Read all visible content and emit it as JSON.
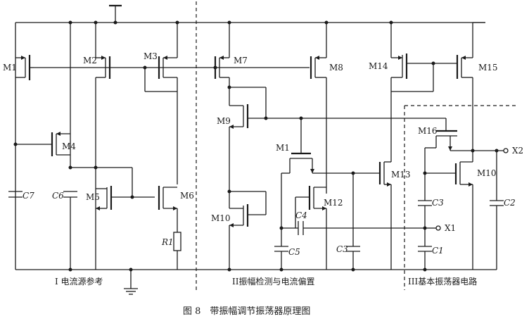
{
  "diagram": {
    "transistors": {
      "m1": "M1",
      "m2": "M2",
      "m3": "M3",
      "m4": "M4",
      "m5": "M5",
      "m6": "M6",
      "m7": "M7",
      "m8": "M8",
      "m9": "M9",
      "m10": "M10",
      "m11": "M1",
      "m12": "M12",
      "m13": "M13",
      "m14": "M14",
      "m15": "M15",
      "m16": "M16",
      "m10b": "M10"
    },
    "components": {
      "r1": "R1",
      "c1": "C1",
      "c2": "C2",
      "c3": "C3",
      "c3b": "C3",
      "c4": "C4",
      "c5": "C5",
      "c6": "C6",
      "c7": "C7"
    },
    "terminals": {
      "x1": "X1",
      "x2": "X2"
    },
    "sections": {
      "current_source": "I 电流源参考",
      "amplitude_detect": "II振幅检测与电流偏置",
      "basic_oscillator": "III基本振荡器电路"
    },
    "caption": "图 8　带振幅调节振荡器原理图"
  }
}
